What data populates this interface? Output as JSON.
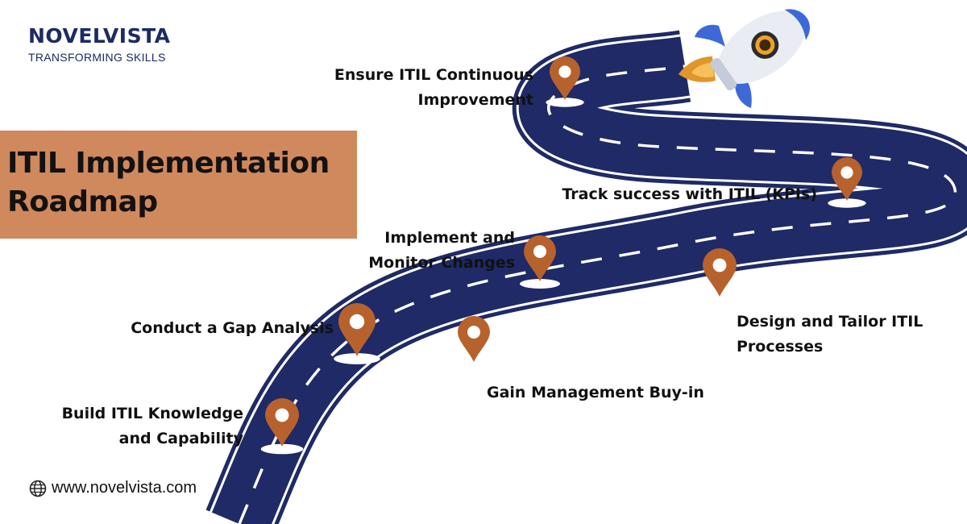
{
  "brand": {
    "name": "NOVELVISTA",
    "tagline": "TRANSFORMING SKILLS"
  },
  "title": {
    "line1": "ITIL Implementation",
    "line2": "Roadmap"
  },
  "steps": [
    {
      "line1": "Build ITIL Knowledge",
      "line2": "and Capability"
    },
    {
      "line1": "Conduct a Gap Analysis",
      "line2": ""
    },
    {
      "line1": "Gain Management Buy-in",
      "line2": ""
    },
    {
      "line1": "Implement and",
      "line2": "Monitor Changes"
    },
    {
      "line1": "Design and Tailor ITIL",
      "line2": "Processes"
    },
    {
      "line1": "Track success with ITIL (KPIs)",
      "line2": ""
    },
    {
      "line1": "Ensure ITIL Continuous",
      "line2": "Improvement"
    }
  ],
  "website": "www.novelvista.com",
  "icons": {
    "pin": "map-pin-icon",
    "rocket": "rocket-icon",
    "globe": "globe-icon"
  },
  "colors": {
    "road": "#1f2a66",
    "pin": "#b7622d",
    "title_bg": "#d0885d",
    "brand": "#1c2b63",
    "rocket_blue": "#3d69d8"
  }
}
